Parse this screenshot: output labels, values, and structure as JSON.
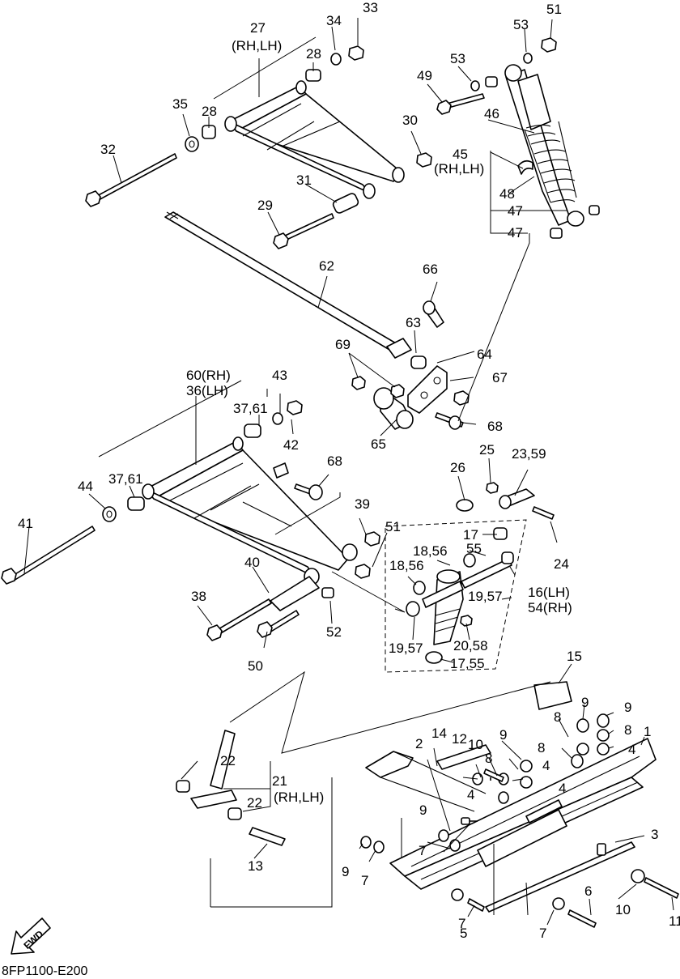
{
  "diagram": {
    "code": "8FP1100-E200",
    "fwd_label": "FWD",
    "callouts": {
      "p1": "1",
      "p2": "2",
      "p3": "3",
      "p4a": "4",
      "p4b": "4",
      "p4c": "4",
      "p4d": "4",
      "p5": "5",
      "p6": "6",
      "p7a": "7",
      "p7b": "7",
      "p7c": "7",
      "p7d": "7",
      "p8a": "8",
      "p8b": "8",
      "p8c": "8",
      "p8d": "8",
      "p9a": "9",
      "p9b": "9",
      "p9c": "9",
      "p9d": "9",
      "p9e": "9",
      "p10a": "10",
      "p10b": "10",
      "p11": "11",
      "p12": "12",
      "p13": "13",
      "p14": "14",
      "p15": "15",
      "p16": "16(LH)",
      "p54": "54(RH)",
      "p17a": "17",
      "p17b": "17,55",
      "p18a": "18,56",
      "p18b": "18,56",
      "p55": "55",
      "p19a": "19,57",
      "p19b": "19,57",
      "p20": "20,58",
      "p21": "21",
      "p21sub": "(RH,LH)",
      "p22a": "22",
      "p22b": "22",
      "p23": "23,59",
      "p24": "24",
      "p25": "25",
      "p26": "26",
      "p27": "27",
      "p27sub": "(RH,LH)",
      "p28a": "28",
      "p28b": "28",
      "p29": "29",
      "p30": "30",
      "p31": "31",
      "p32": "32",
      "p33": "33",
      "p34": "34",
      "p35": "35",
      "p60": "60(RH)",
      "p36": "36(LH)",
      "p37a": "37,61",
      "p37b": "37,61",
      "p38": "38",
      "p39": "39",
      "p40": "40",
      "p41": "41",
      "p42": "42",
      "p43": "43",
      "p44": "44",
      "p45": "45",
      "p45sub": "(RH,LH)",
      "p46": "46",
      "p47a": "47",
      "p47b": "47",
      "p48": "48",
      "p49": "49",
      "p50": "50",
      "p51a": "51",
      "p51b": "51",
      "p52": "52",
      "p53a": "53",
      "p53b": "53",
      "p62": "62",
      "p63": "63",
      "p64": "64",
      "p65": "65",
      "p66": "66",
      "p67": "67",
      "p68a": "68",
      "p68b": "68",
      "p69": "69"
    }
  }
}
